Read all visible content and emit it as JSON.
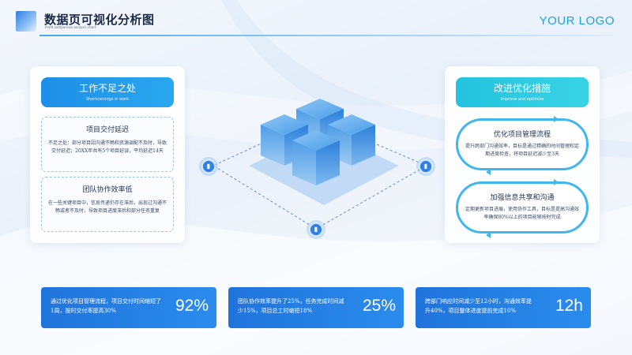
{
  "header": {
    "title": "数据页可视化分析图",
    "subtitle": "Profit comparison analysis chart",
    "logo_text": "YOUR LOGO"
  },
  "left_panel": {
    "title": "工作不足之处",
    "subtitle": "Shortcomings in work",
    "items": [
      {
        "title": "项目交付延迟",
        "text": "不足之处：部分项目因沟通不畅和资源调配不及时，导致交付延迟；20XX年共有5个项目延误，平均延迟14天"
      },
      {
        "title": "团队协作效率低",
        "text": "在一些关键项目中，信息传递仍存在滞后，出现过沟通不畅或者不及时，导致项目进度滞后和部分任务重复"
      }
    ]
  },
  "right_panel": {
    "title": "改进优化措施",
    "subtitle": "Improve and optimize",
    "items": [
      {
        "title": "优化项目管理流程",
        "text": "提升跨部门沟通效率，目标是通过精确的时间管理和定期进度检查，将项目延迟减少至3天"
      },
      {
        "title": "加强信息共享和沟通",
        "text": "定期更新项目进展，使用协作工具，目标是提高沟通效率确保80%以上的项目能够按时完成"
      }
    ]
  },
  "stats": [
    {
      "text": "通过优化项目管理流程，项目交付时间缩短了1周，按时交付率提高30%",
      "value": "92%"
    },
    {
      "text": "团队协作效率提升了25%，任务完成时间减少15%，项目总工时缩短18%",
      "value": "25%"
    },
    {
      "text": "跨部门响应时间减少至12小时，沟通效率提升40%，项目整体进度提前完成10%",
      "value": "12h"
    }
  ],
  "icons": {
    "node_icon": "bar-chart-icon",
    "logo_mark": "gradient-square"
  },
  "colors": {
    "primary_blue": "#1f74dc",
    "accent_cyan": "#23c3df",
    "logo_text": "#1aa3e0"
  }
}
